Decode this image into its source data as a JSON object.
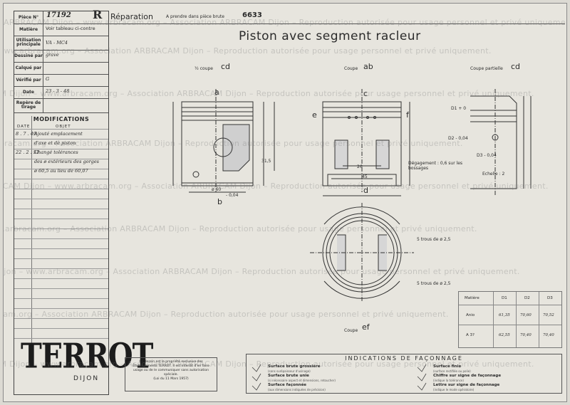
{
  "header": {
    "piece_label": "Pièce N°",
    "piece_number": "17192",
    "piece_letter": "R",
    "title_kind": "Réparation",
    "brut_text": "A prendre dans pièce brute",
    "brut_number": "6633"
  },
  "sidebar": {
    "rows": [
      {
        "label": "Matière",
        "value": "Voir tableau ci-contre"
      },
      {
        "label": "Utilisation principale",
        "value": "VA - MC4"
      },
      {
        "label": "Dessiné par",
        "value": "grave"
      },
      {
        "label": "Calqué par",
        "value": ""
      },
      {
        "label": "Vérifié par",
        "value": "G"
      },
      {
        "label": "Date",
        "value": "23 - 3 - 48"
      },
      {
        "label": "Repère de tirage",
        "value": ""
      }
    ],
    "modifications_title": "MODIFICATIONS",
    "col_date": "DATE",
    "col_objet": "OBJET",
    "modifications": [
      {
        "date": "8 . 7 . 49",
        "objet": "Ajouté emplacement"
      },
      {
        "date": "",
        "objet": "d'axe et de piston"
      },
      {
        "date": "22 . 2 . 51",
        "objet": "Changé tolérances"
      },
      {
        "date": "",
        "objet": "des ø extérieurs des gorges"
      },
      {
        "date": "",
        "objet": "ø 60,5 au lieu de 60,07"
      }
    ]
  },
  "drawing": {
    "title": "Piston avec segment racleur",
    "view1_label": "½ coupe",
    "view1_letters": "cd",
    "view2_label": "Coupe",
    "view2_letters": "ab",
    "view3_label": "Coupe partielle",
    "view3_letters": "cd",
    "letter_a": "a",
    "letter_b": "b",
    "letter_c": "c",
    "letter_d": "d",
    "letter_e": "e",
    "letter_f": "f",
    "section_label": "Coupe",
    "section_letters": "ef",
    "scale": "Echelle : 2",
    "degagement": "Dégagement : 0,6 sur les bossages",
    "trous1": "5 trous de ø 2,5",
    "trous2": "5 trous de ø 2,5",
    "dim_45": "45",
    "dim_26": "26",
    "dim_315": "31,5",
    "dim_phi60": "ø 60",
    "tol_004": "- 0,04",
    "d1_values": [
      "D1 + 0",
      "D2 - 0,04",
      "D3 - 0,04"
    ]
  },
  "material_table": {
    "headers": [
      "Matière",
      "D1",
      "D2",
      "D3"
    ],
    "rows": [
      {
        "mat": "Anio",
        "d1": "61,35",
        "d2": "70,60",
        "d3": "70,52"
      },
      {
        "mat": "A 3?",
        "d1": "62,55",
        "d2": "70,40",
        "d3": "70,40"
      }
    ]
  },
  "brand": {
    "logo": "TERROT",
    "city": "DIJON"
  },
  "notice": {
    "text": "Ce dessin est la propriété exclusive des Établissements TERROT. Il est interdit d'en faire usage ou de le communiquer sans autorisation spéciale.",
    "law": "(Loi du 11 Mars 1957)"
  },
  "indications": {
    "title": "INDICATIONS DE FAÇONNAGE",
    "items": [
      {
        "label": "Surface brute grossière",
        "sub": "(sans surépaisseur d'usinage)"
      },
      {
        "label": "Surface brute unie",
        "sub": "(si nécessaire aspect et dimensions, retoucher)"
      },
      {
        "label": "Surface façonnée",
        "sub": "(aux dimensions indiquées de précision)"
      },
      {
        "label": "Surface finie",
        "sub": "(surface rectifiée ou polie)"
      },
      {
        "label": "Chiffre sur signe de façonnage",
        "sub": "(indique la tolérance)"
      },
      {
        "label": "Lettre sur signe de façonnage",
        "sub": "(indique le mode opératoire)"
      }
    ]
  },
  "watermark": {
    "text": "ARBRACAM Dijon – www.arbracam.org – Association ARBRACAM Dijon – Reproduction autorisée pour usage personnel et privé uniquement."
  }
}
